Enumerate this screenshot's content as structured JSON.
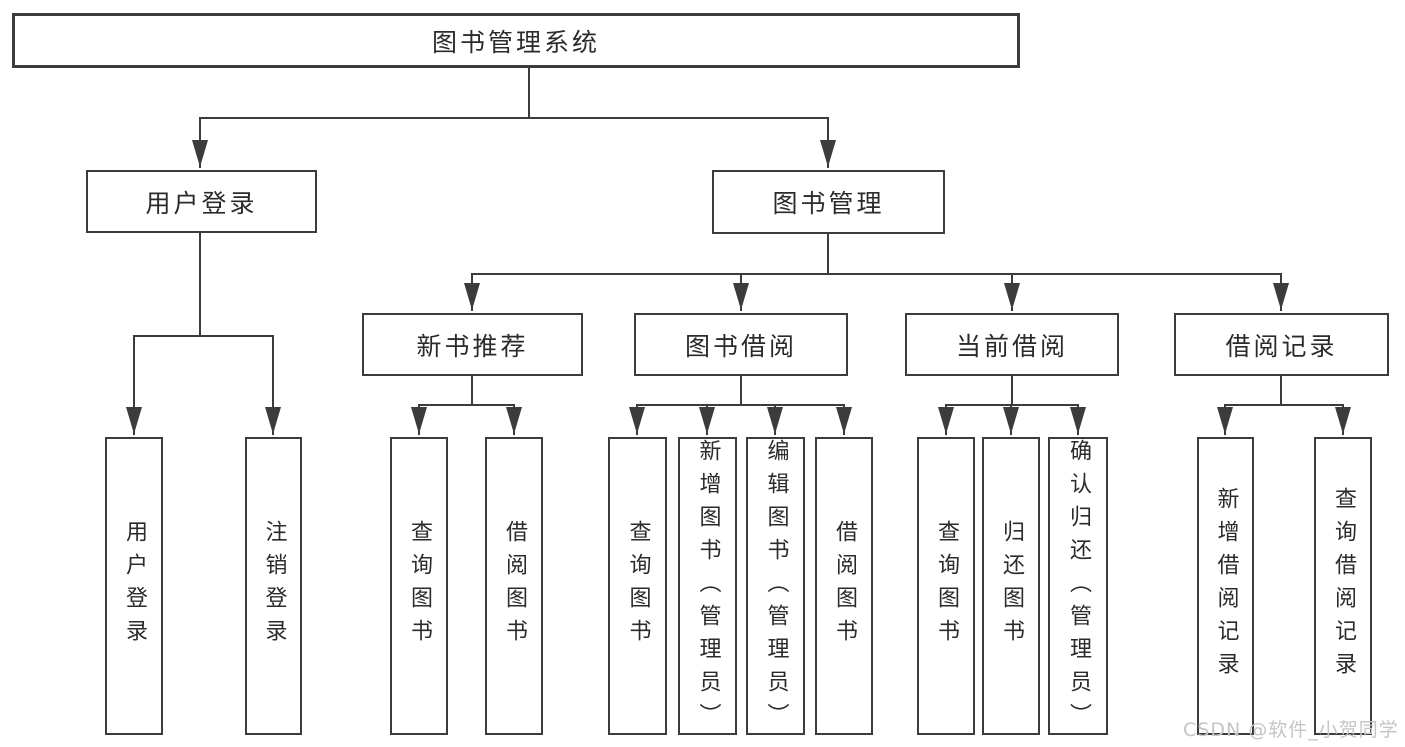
{
  "diagram": {
    "root": {
      "label": "图书管理系统"
    },
    "branches": [
      {
        "label": "用户登录",
        "children": [
          {
            "label": "用户登录"
          },
          {
            "label": "注销登录"
          }
        ]
      },
      {
        "label": "图书管理",
        "sections": [
          {
            "label": "新书推荐",
            "children": [
              {
                "label": "查询图书"
              },
              {
                "label": "借阅图书"
              }
            ]
          },
          {
            "label": "图书借阅",
            "children": [
              {
                "label": "查询图书"
              },
              {
                "label": "新增图书（管理员）"
              },
              {
                "label": "编辑图书（管理员）"
              },
              {
                "label": "借阅图书"
              }
            ]
          },
          {
            "label": "当前借阅",
            "children": [
              {
                "label": "查询图书"
              },
              {
                "label": "归还图书"
              },
              {
                "label": "确认归还（管理员）"
              }
            ]
          },
          {
            "label": "借阅记录",
            "children": [
              {
                "label": "新增借阅记录"
              },
              {
                "label": "查询借阅记录"
              }
            ]
          }
        ]
      }
    ]
  },
  "watermark": {
    "text": "CSDN @软件_小贺同学"
  },
  "colors": {
    "line": "#3c3c3c",
    "border": "#3c3c3c",
    "text": "#2b2b2b",
    "watermark": "#c5c5c5",
    "background": "#ffffff"
  }
}
